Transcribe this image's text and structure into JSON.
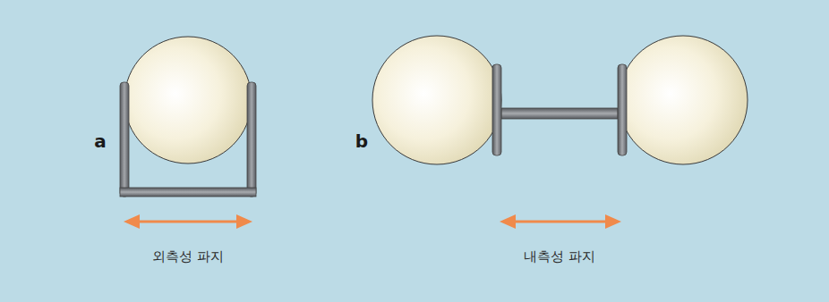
{
  "diagram": {
    "labels": [
      "a",
      "외측성 파지",
      "b",
      "내측성 파지"
    ]
  }
}
